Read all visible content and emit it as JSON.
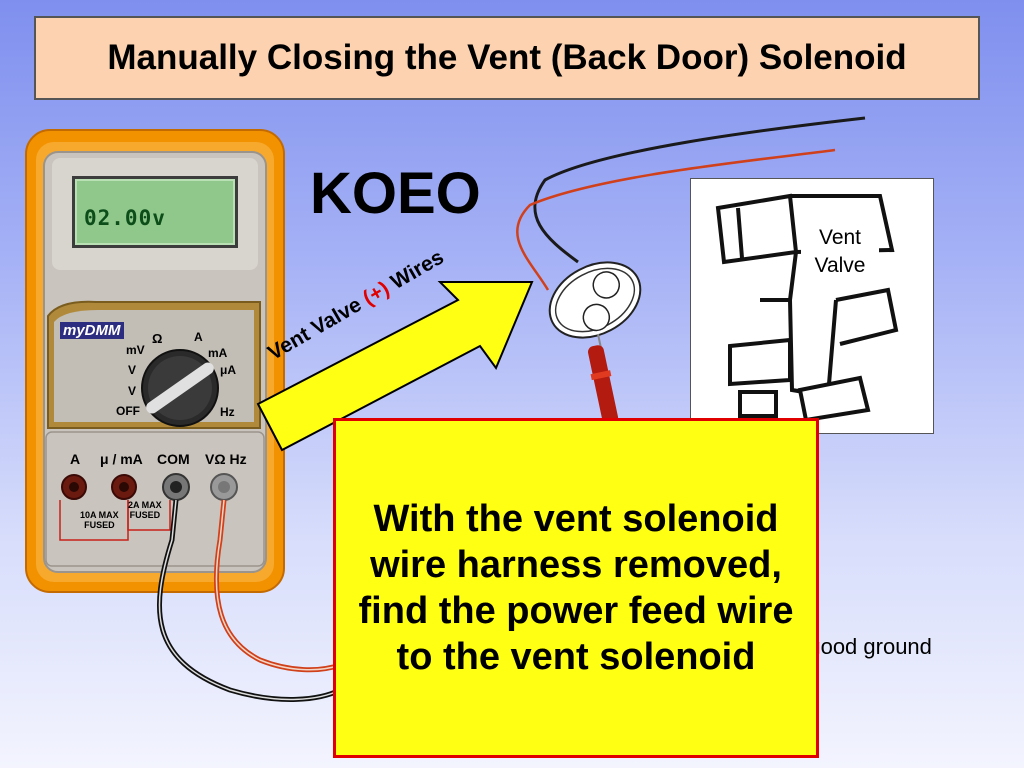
{
  "slide": {
    "title": "Manually Closing the Vent (Back Door) Solenoid",
    "mode_label": "KOEO",
    "vent_valve_label": "Vent Valve",
    "arrow_label": {
      "prefix": "Vent Valve ",
      "highlight": "(+)",
      "suffix": " Wires"
    },
    "callout_text": "With the vent solenoid wire harness removed, find the power feed wire to the vent solenoid",
    "partial_text": "n good ground"
  },
  "multimeter": {
    "display_value": "02.00v",
    "brand": "myDMM",
    "dial_labels": {
      "mv": "mV",
      "v_dc": "V",
      "v_ac": "V",
      "off": "OFF",
      "ohm": "Ω",
      "a": "A",
      "ma": "mA",
      "ua": "μA",
      "hz": "Hz"
    },
    "jack_labels": {
      "a": "A",
      "ua_ma": "μ / mA",
      "com": "COM",
      "v_ohm_hz": "VΩ Hz"
    },
    "fuse_labels": {
      "a_fuse": "10A MAX\nFUSED",
      "ma_fuse": "2A MAX\nFUSED"
    }
  },
  "colors": {
    "title_bg": "#fcd2b0",
    "callout_bg": "#ffff14",
    "callout_border": "#e00000",
    "plus_highlight": "#e00000",
    "arrow_fill": "#ffff14",
    "meter_body": "#f39200"
  }
}
